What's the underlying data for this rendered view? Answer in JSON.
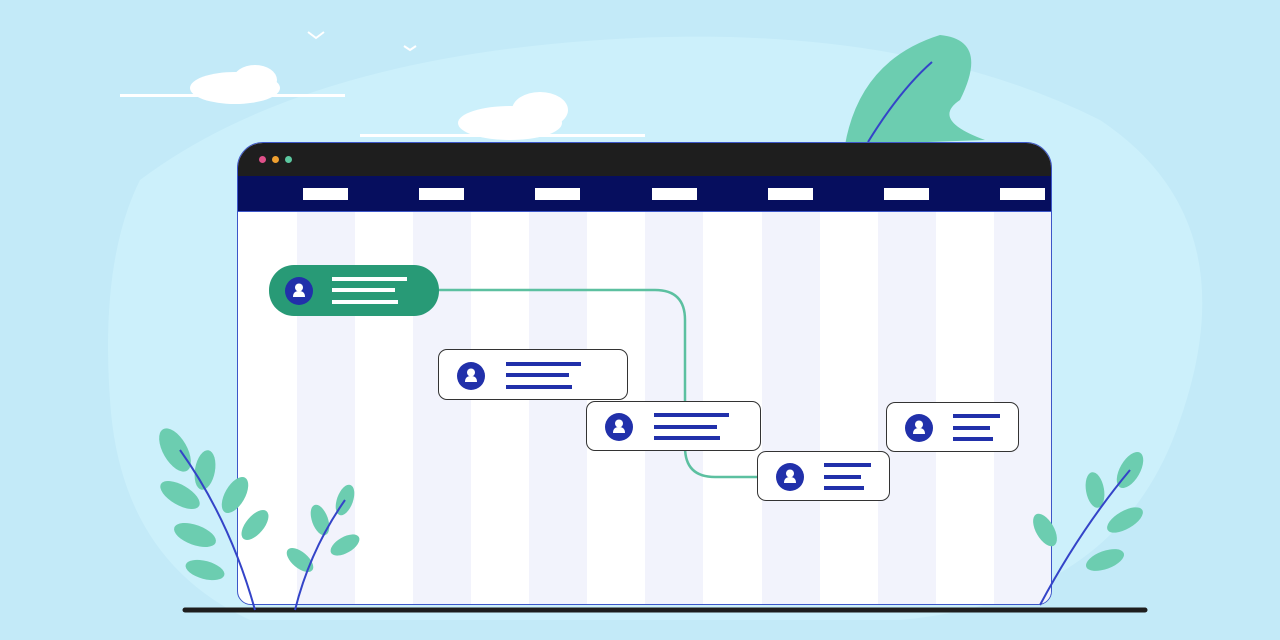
{
  "colors": {
    "background": "#c3eaf8",
    "titlebar": "#1e1e1e",
    "header": "#060e5e",
    "accent_green": "#289a76",
    "connector": "#5cc0a0",
    "avatar_blue": "#2130aa",
    "leaf": "#6ccdb0",
    "window_dots": [
      "#e0508a",
      "#f0a030",
      "#5cc8a0"
    ]
  },
  "timeline": {
    "column_count": 7
  },
  "tasks": [
    {
      "icon": "user-icon",
      "style": "highlighted"
    },
    {
      "icon": "user-icon",
      "style": "default"
    },
    {
      "icon": "user-icon",
      "style": "default"
    },
    {
      "icon": "user-icon",
      "style": "default"
    },
    {
      "icon": "user-icon",
      "style": "default"
    }
  ]
}
